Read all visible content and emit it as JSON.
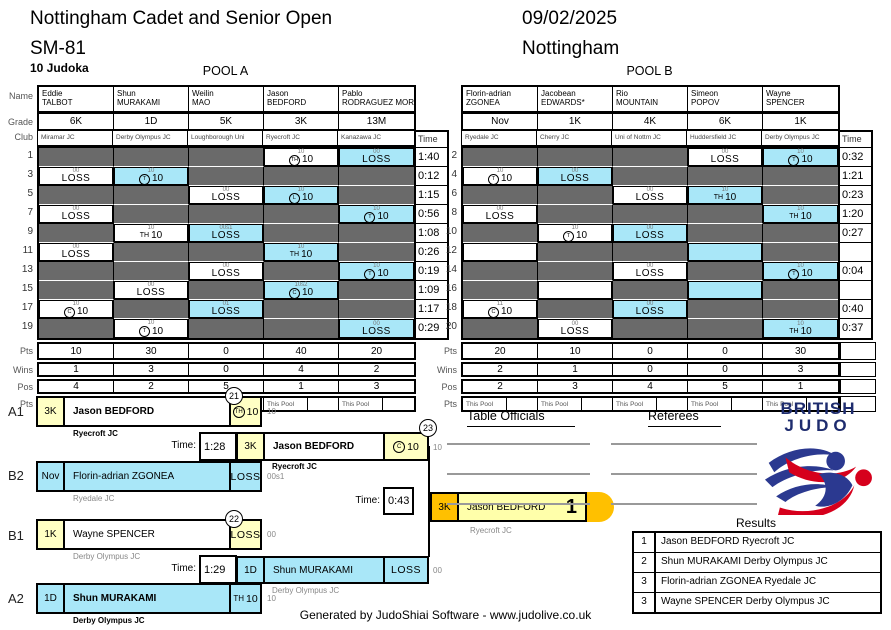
{
  "page": {
    "title": "Nottingham Cadet and Senior Open",
    "date": "09/02/2025",
    "category": "SM-81",
    "location": "Nottingham",
    "judoka_count": "10 Judoka",
    "footer": "Generated by JudoShiai Software - www.judolive.co.uk"
  },
  "labels": {
    "name": "Name",
    "grade": "Grade",
    "club": "Club",
    "pts": "Pts",
    "wins": "Wins",
    "pos": "Pos",
    "time": "Time",
    "time_colon": "Time:",
    "this_pool": "This Pool"
  },
  "pools": [
    {
      "label": "POOL A",
      "competitors": [
        {
          "first": "Eddie",
          "last": "TALBOT",
          "grade": "6K",
          "club": "Miramar JC"
        },
        {
          "first": "Shun",
          "last": "MURAKAMI",
          "grade": "1D",
          "club": "Derby Olympus JC"
        },
        {
          "first": "Weilin",
          "last": "MAO",
          "grade": "5K",
          "club": "Loughborough Uni"
        },
        {
          "first": "Jason",
          "last": "BEDFORD",
          "grade": "3K",
          "club": "Ryecroft JC"
        },
        {
          "first": "Pablo",
          "last": "RODRAGUEZ MORALES",
          "grade": "13M",
          "club": "Kanazawa JC"
        }
      ],
      "matches": [
        {
          "no": "1",
          "time": "1:40",
          "cells": [
            null,
            null,
            null,
            {
              "bg": "w",
              "sup": "10",
              "sym": "TH",
              "circ": true,
              "val": "10"
            },
            {
              "bg": "b",
              "sup": "00",
              "text": "LOSS"
            }
          ]
        },
        {
          "no": "3",
          "time": "0:12",
          "cells": [
            {
              "bg": "w",
              "sup": "00",
              "text": "LOSS"
            },
            {
              "bg": "b",
              "sup": "10",
              "sym": "T",
              "circ": true,
              "val": "10"
            },
            null,
            null,
            null
          ]
        },
        {
          "no": "5",
          "time": "1:15",
          "cells": [
            null,
            null,
            {
              "bg": "w",
              "sup": "00",
              "text": "LOSS"
            },
            {
              "bg": "b",
              "sup": "10",
              "sym": "L",
              "circ": true,
              "val": "10"
            },
            null
          ]
        },
        {
          "no": "7",
          "time": "0:56",
          "cells": [
            {
              "bg": "w",
              "sup": "00",
              "text": "LOSS"
            },
            null,
            null,
            null,
            {
              "bg": "b",
              "sup": "10",
              "sym": "T",
              "circ": true,
              "val": "10"
            }
          ]
        },
        {
          "no": "9",
          "time": "1:08",
          "cells": [
            null,
            {
              "bg": "w",
              "sup": "10",
              "sym": "TH",
              "val": "10"
            },
            {
              "bg": "b",
              "sup": "00s1",
              "text": "LOSS"
            },
            null,
            null
          ]
        },
        {
          "no": "11",
          "time": "0:26",
          "cells": [
            {
              "bg": "w",
              "sup": "00",
              "text": "LOSS"
            },
            null,
            null,
            {
              "bg": "b",
              "sup": "10",
              "sym": "TH",
              "val": "10"
            },
            null
          ]
        },
        {
          "no": "13",
          "time": "0:19",
          "cells": [
            null,
            null,
            {
              "bg": "w",
              "sup": "00",
              "text": "LOSS"
            },
            null,
            {
              "bg": "b",
              "sup": "10",
              "sym": "T",
              "circ": true,
              "val": "10"
            }
          ]
        },
        {
          "no": "15",
          "time": "1:09",
          "cells": [
            null,
            {
              "bg": "w",
              "sup": "00",
              "text": "LOSS"
            },
            null,
            {
              "bg": "b",
              "sup": "10s2",
              "sym": "C",
              "circ": true,
              "val": "10"
            },
            null
          ]
        },
        {
          "no": "17",
          "time": "1:17",
          "cells": [
            {
              "bg": "w",
              "sup": "10",
              "sym": "C",
              "circ": true,
              "val": "10"
            },
            null,
            {
              "bg": "b",
              "sup": "01",
              "text": "LOSS"
            },
            null,
            null
          ]
        },
        {
          "no": "19",
          "time": "0:29",
          "cells": [
            null,
            {
              "bg": "w",
              "sup": "10",
              "sym": "T",
              "circ": true,
              "val": "10"
            },
            null,
            null,
            {
              "bg": "b",
              "sup": "00",
              "text": "LOSS"
            }
          ]
        }
      ],
      "pts": [
        "10",
        "30",
        "0",
        "40",
        "20"
      ],
      "wins": [
        "1",
        "3",
        "0",
        "4",
        "2"
      ],
      "pos": [
        "4",
        "2",
        "5",
        "1",
        "3"
      ]
    },
    {
      "label": "POOL B",
      "competitors": [
        {
          "first": "Florin-adrian",
          "last": "ZGONEA",
          "grade": "Nov",
          "club": "Ryedale JC"
        },
        {
          "first": "Jacobean",
          "last": "EDWARDS*",
          "grade": "1K",
          "club": "Cherry JC"
        },
        {
          "first": "Rio",
          "last": "MOUNTAIN",
          "grade": "4K",
          "club": "Uni of Nottm JC"
        },
        {
          "first": "Simeon",
          "last": "POPOV",
          "grade": "6K",
          "club": "Huddersfield JC"
        },
        {
          "first": "Wayne",
          "last": "SPENCER",
          "grade": "1K",
          "club": "Derby Olympus JC"
        }
      ],
      "matches": [
        {
          "no": "2",
          "time": "0:32",
          "cells": [
            null,
            null,
            null,
            {
              "bg": "w",
              "sup": "00",
              "text": "LOSS"
            },
            {
              "bg": "b",
              "sup": "10",
              "sym": "T",
              "circ": true,
              "val": "10"
            }
          ]
        },
        {
          "no": "4",
          "time": "1:21",
          "cells": [
            {
              "bg": "w",
              "sup": "10",
              "sym": "T",
              "circ": true,
              "val": "10"
            },
            {
              "bg": "b",
              "sup": "00",
              "text": "LOSS"
            },
            null,
            null,
            null
          ]
        },
        {
          "no": "6",
          "time": "0:23",
          "cells": [
            null,
            null,
            {
              "bg": "w",
              "sup": "00",
              "text": "LOSS"
            },
            {
              "bg": "b",
              "sup": "10",
              "sym": "TH",
              "val": "10"
            },
            null
          ]
        },
        {
          "no": "8",
          "time": "1:20",
          "cells": [
            {
              "bg": "w",
              "sup": "00",
              "text": "LOSS"
            },
            null,
            null,
            null,
            {
              "bg": "b",
              "sup": "10",
              "sym": "TH",
              "val": "10"
            }
          ]
        },
        {
          "no": "10",
          "time": "0:27",
          "cells": [
            null,
            {
              "bg": "w",
              "sup": "10",
              "sym": "T",
              "circ": true,
              "val": "10"
            },
            {
              "bg": "b",
              "sup": "00",
              "text": "LOSS"
            },
            null,
            null
          ]
        },
        {
          "no": "12",
          "time": "",
          "cells": [
            {
              "bg": "w"
            },
            null,
            null,
            {
              "bg": "b"
            },
            null
          ]
        },
        {
          "no": "14",
          "time": "0:04",
          "cells": [
            null,
            null,
            {
              "bg": "w",
              "sup": "00",
              "text": "LOSS"
            },
            null,
            {
              "bg": "b",
              "sup": "10",
              "sym": "T",
              "circ": true,
              "val": "10"
            }
          ]
        },
        {
          "no": "16",
          "time": "",
          "cells": [
            null,
            {
              "bg": "w"
            },
            null,
            {
              "bg": "b"
            },
            null
          ]
        },
        {
          "no": "18",
          "time": "0:40",
          "cells": [
            {
              "bg": "w",
              "sup": "11",
              "sym": "C",
              "circ": true,
              "val": "10"
            },
            null,
            {
              "bg": "b",
              "sup": "00",
              "text": "LOSS"
            },
            null,
            null
          ]
        },
        {
          "no": "20",
          "time": "0:37",
          "cells": [
            null,
            {
              "bg": "w",
              "sup": "00",
              "text": "LOSS"
            },
            null,
            null,
            {
              "bg": "b",
              "sup": "10",
              "sym": "TH",
              "val": "10"
            }
          ]
        }
      ],
      "pts": [
        "20",
        "10",
        "0",
        "0",
        "30"
      ],
      "wins": [
        "2",
        "1",
        "0",
        "0",
        "3"
      ],
      "pos": [
        "2",
        "3",
        "4",
        "5",
        "1"
      ]
    }
  ],
  "bracket": {
    "tags": {
      "a1": "A1",
      "b2": "B2",
      "b1": "B1",
      "a2": "A2"
    },
    "semi1": {
      "match_no": "21",
      "time": "1:28",
      "top": {
        "grade": "3K",
        "name": "Jason BEDFORD",
        "club": "Ryecroft JC",
        "score": {
          "sym": "TH",
          "circ": true,
          "val": "10"
        },
        "sup": "10"
      },
      "bottom": {
        "grade": "Nov",
        "name": "Florin-adrian ZGONEA",
        "club": "Ryedale JC",
        "score": {
          "text": "LOSS"
        },
        "sup": "00s1"
      }
    },
    "semi2": {
      "match_no": "22",
      "time": "1:29",
      "top": {
        "grade": "1K",
        "name": "Wayne SPENCER",
        "club": "Derby Olympus JC",
        "score": {
          "text": "LOSS"
        },
        "sup": "00"
      },
      "bottom": {
        "grade": "1D",
        "name": "Shun MURAKAMI",
        "club": "Derby Olympus JC",
        "score": {
          "sym": "TH",
          "val": "10"
        },
        "sup": "10"
      }
    },
    "final": {
      "match_no": "23",
      "time": "0:43",
      "top": {
        "grade": "3K",
        "name": "Jason BEDFORD",
        "club": "Ryecroft JC",
        "score": {
          "sym": "C",
          "circ": true,
          "val": "10"
        },
        "sup": "10"
      },
      "bottom": {
        "grade": "1D",
        "name": "Shun MURAKAMI",
        "club": "Derby Olympus JC",
        "score": {
          "text": "LOSS"
        },
        "sup": "00"
      }
    },
    "winner": {
      "grade": "3K",
      "name": "Jason BEDFORD",
      "club": "Ryecroft JC",
      "rank": "1"
    }
  },
  "officials": {
    "table_officials": "Table Officials",
    "referees": "Referees"
  },
  "results": {
    "title": "Results",
    "rows": [
      {
        "rank": "1",
        "text": "Jason BEDFORD Ryecroft JC"
      },
      {
        "rank": "2",
        "text": "Shun MURAKAMI Derby Olympus JC"
      },
      {
        "rank": "3",
        "text": "Florin-adrian ZGONEA Ryedale JC"
      },
      {
        "rank": "3",
        "text": "Wayne SPENCER Derby Olympus JC"
      }
    ]
  },
  "logo": {
    "line1": "BRITISH",
    "line2": "JUDO"
  },
  "colors": {
    "win_blue": "#a9e7f8",
    "cell_dark": "#6a6a6a",
    "pale_yellow": "#ffffc4",
    "gold": "#ffc000",
    "navy": "#1e2c6e",
    "red": "#d6001c"
  }
}
